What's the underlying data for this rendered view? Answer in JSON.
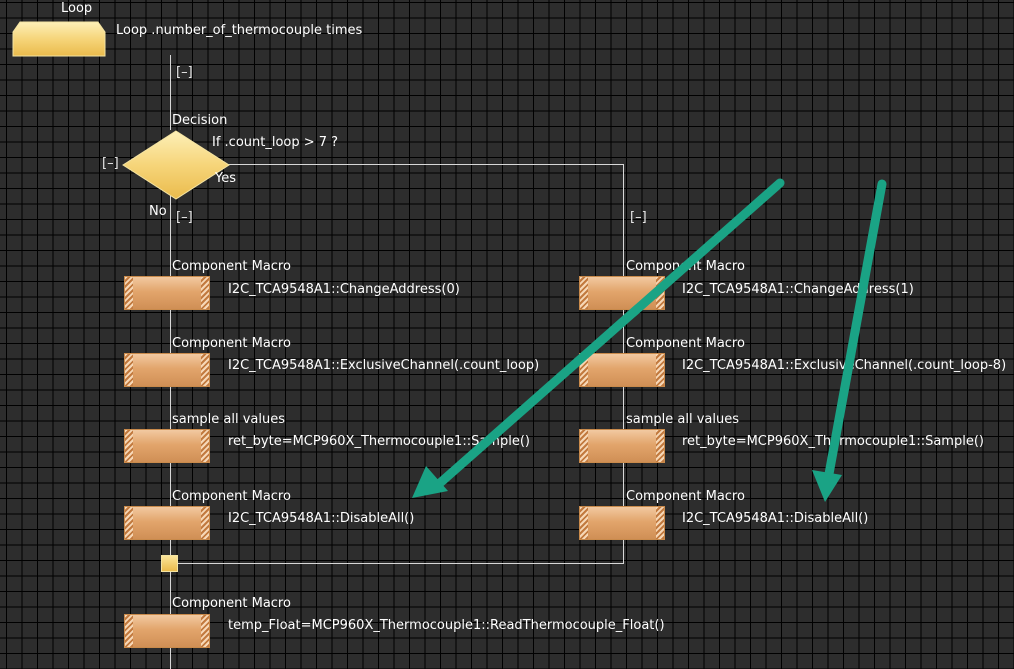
{
  "loop": {
    "title": "Loop",
    "condition": "Loop .number_of_thermocouple times",
    "collapse": "[–]"
  },
  "decision": {
    "title": "Decision",
    "condition": "If  .count_loop > 7 ?",
    "yes_label": "Yes",
    "no_label": "No",
    "collapse_left": "[–]",
    "collapse_no": "[–]",
    "collapse_yes": "[–]"
  },
  "left_branch": [
    {
      "title": "Component Macro",
      "text": "I2C_TCA9548A1::ChangeAddress(0)"
    },
    {
      "title": "Component Macro",
      "text": "I2C_TCA9548A1::ExclusiveChannel(.count_loop)"
    },
    {
      "title": "sample all values",
      "text": "ret_byte=MCP960X_Thermocouple1::Sample()"
    },
    {
      "title": "Component Macro",
      "text": "I2C_TCA9548A1::DisableAll()"
    }
  ],
  "right_branch": [
    {
      "title": "Component Macro",
      "text": "I2C_TCA9548A1::ChangeAddress(1)"
    },
    {
      "title": "Component Macro",
      "text": "I2C_TCA9548A1::ExclusiveChannel(.count_loop-8)"
    },
    {
      "title": "sample all values",
      "text": "ret_byte=MCP960X_Thermocouple1::Sample()"
    },
    {
      "title": "Component Macro",
      "text": "I2C_TCA9548A1::DisableAll()"
    }
  ],
  "after": {
    "title": "Component Macro",
    "text": "temp_Float=MCP960X_Thermocouple1::ReadThermocouple_Float()"
  },
  "colors": {
    "grid_bg": "#2d2d2d",
    "arrow": "#1aa385",
    "block_fill": "#e2a56c",
    "loop_fill": "#f6d57a"
  }
}
